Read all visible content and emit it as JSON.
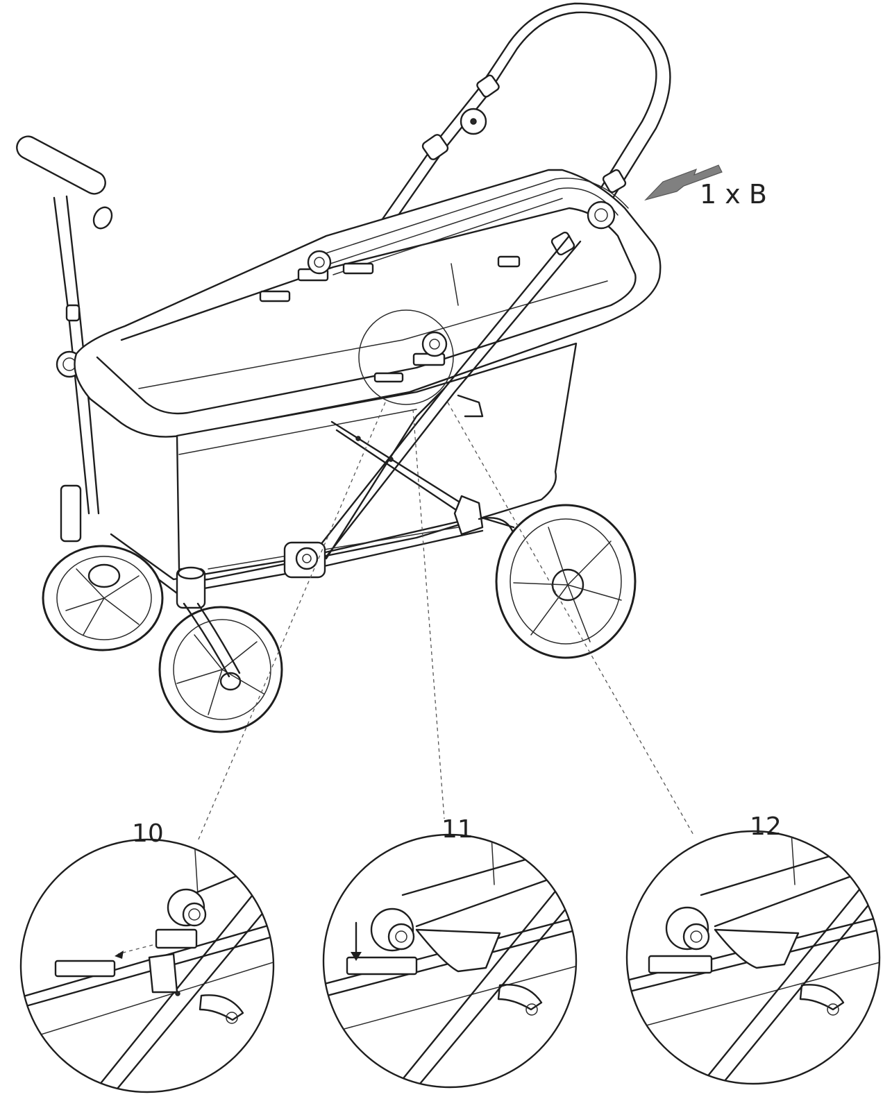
{
  "quantity_label": "1 x B",
  "details": [
    {
      "number": "10"
    },
    {
      "number": "11"
    },
    {
      "number": "12"
    }
  ],
  "colors": {
    "line": "#1e1e1e",
    "arrow": "#808080",
    "background": "#ffffff"
  }
}
